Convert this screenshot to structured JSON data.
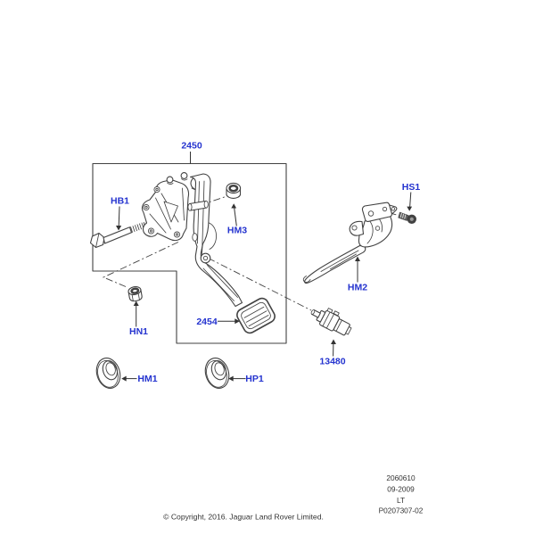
{
  "diagram": {
    "callouts": {
      "assembly": "2450",
      "pivot_bolt": "HB1",
      "pivot_washer": "HM3",
      "nut": "HN1",
      "pedal_pad": "2454",
      "grommet_left": "HM1",
      "grommet_right": "HP1",
      "support_bracket": "HM2",
      "bracket_screw": "HS1",
      "stoplamp_switch": "13480"
    },
    "footer_block": {
      "line1": "2060610",
      "line2": "09-2009",
      "line3": "LT",
      "line4": "P0207307-02"
    },
    "copyright": "© Copyright, 2016. Jaguar Land Rover Limited."
  },
  "colors": {
    "callout_text": "#2433cf",
    "line_art": "#424242",
    "footer_text": "#333333",
    "background": "#ffffff"
  }
}
